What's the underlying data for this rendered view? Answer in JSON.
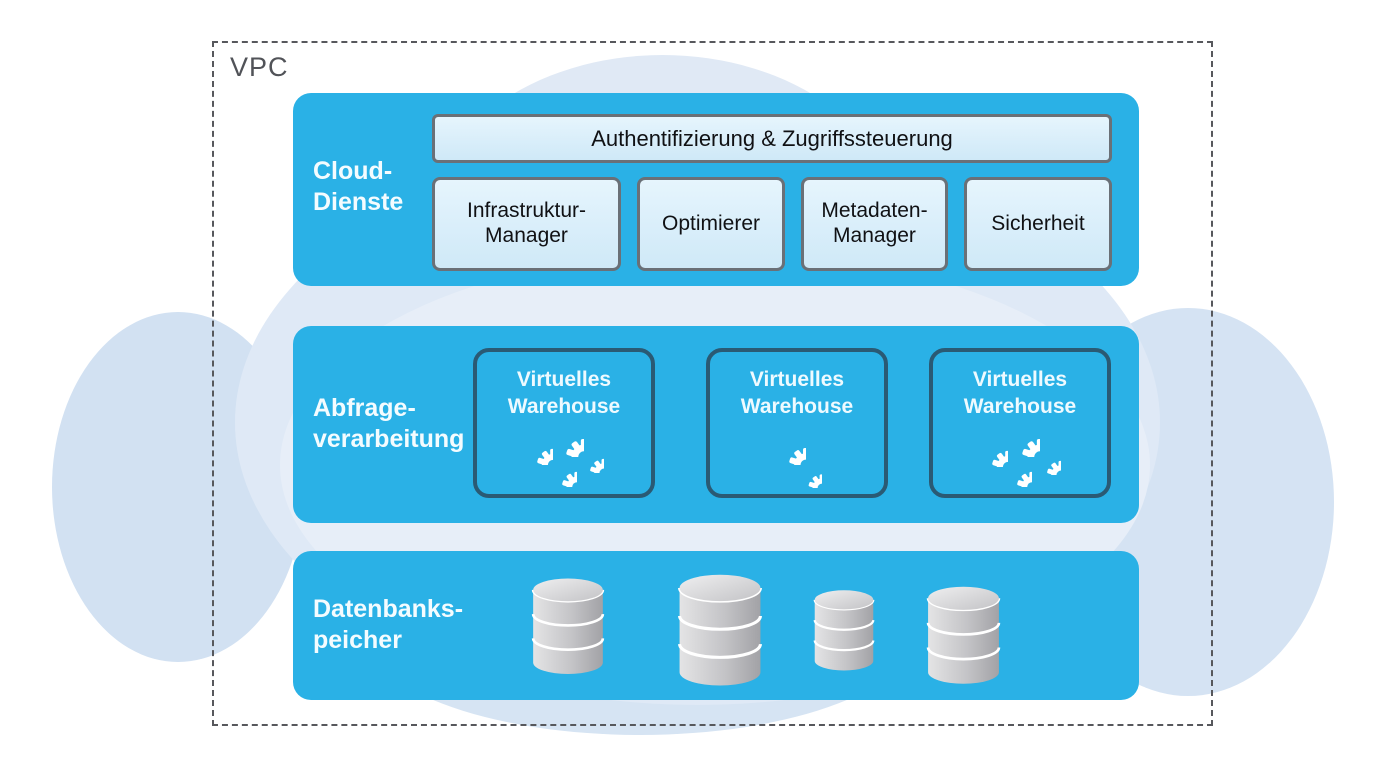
{
  "vpc": {
    "label": "VPC"
  },
  "colors": {
    "layer_blue": "#2ab1e6",
    "cloud_fill": "#dce7f5",
    "service_box_fill": "#d9eefa",
    "service_box_border": "#6a7077",
    "warehouse_border": "#2a5a74",
    "vpc_dash_border": "#57585c",
    "label_white": "#f4fcff",
    "text_dark": "#101114",
    "database_gray": "#c9c9cc"
  },
  "layers": [
    {
      "id": "cloud-services",
      "label": "Cloud-\nDienste",
      "auth_bar": "Authentifizierung & Zugriffssteuerung",
      "services": [
        "Infrastruktur-\nManager",
        "Optimierer",
        "Metadaten-\nManager",
        "Sicherheit"
      ]
    },
    {
      "id": "query-processing",
      "label": "Abfrage-\nverarbeitung",
      "warehouses": [
        {
          "label": "Virtuelles\nWarehouse",
          "gear_count": 4
        },
        {
          "label": "Virtuelles\nWarehouse",
          "gear_count": 2
        },
        {
          "label": "Virtuelles\nWarehouse",
          "gear_count": 4
        }
      ]
    },
    {
      "id": "database-storage",
      "label": "Datenbanks-\npeicher",
      "databases": [
        {
          "size": "medium"
        },
        {
          "size": "large"
        },
        {
          "size": "small"
        },
        {
          "size": "medium"
        }
      ]
    }
  ]
}
